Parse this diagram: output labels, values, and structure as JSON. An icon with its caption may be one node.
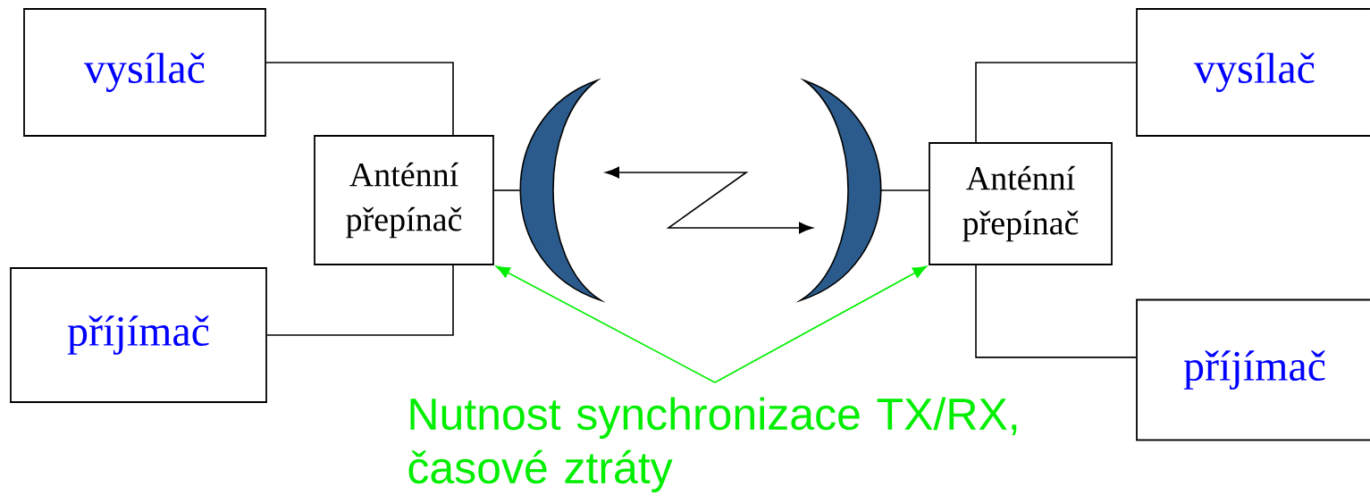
{
  "diagram": {
    "nodes": [
      {
        "text": [
          "vysílač"
        ]
      },
      {
        "text": [
          "příjímač"
        ]
      },
      {
        "text": [
          "Anténní přepínač"
        ]
      },
      {
        "text": [
          "vysílač"
        ]
      },
      {
        "text": [
          "Anténní přepínač"
        ]
      },
      {
        "text": [
          "příjímač"
        ]
      },
      {
        "text": [],
        "shape": "lens"
      },
      {
        "text": [],
        "shape": "lens"
      },
      {
        "text": [
          "Nutnost synchronizace TX/RX, časové ztráty"
        ]
      }
    ],
    "edges": [
      {
        "from": 0,
        "to": 2,
        "arrow": "none"
      },
      {
        "from": 1,
        "to": 2,
        "arrow": "none"
      },
      {
        "from": 2,
        "to": 6,
        "arrow": "none"
      },
      {
        "from": 7,
        "to": 4,
        "arrow": "none"
      },
      {
        "from": 3,
        "to": 4,
        "arrow": "none"
      },
      {
        "from": 5,
        "to": 4,
        "arrow": "none"
      },
      {
        "from": 8,
        "to": 2,
        "arrow": "to",
        "color": "#00ee00"
      },
      {
        "from": 8,
        "to": 4,
        "arrow": "to",
        "color": "#00ee00"
      }
    ]
  }
}
